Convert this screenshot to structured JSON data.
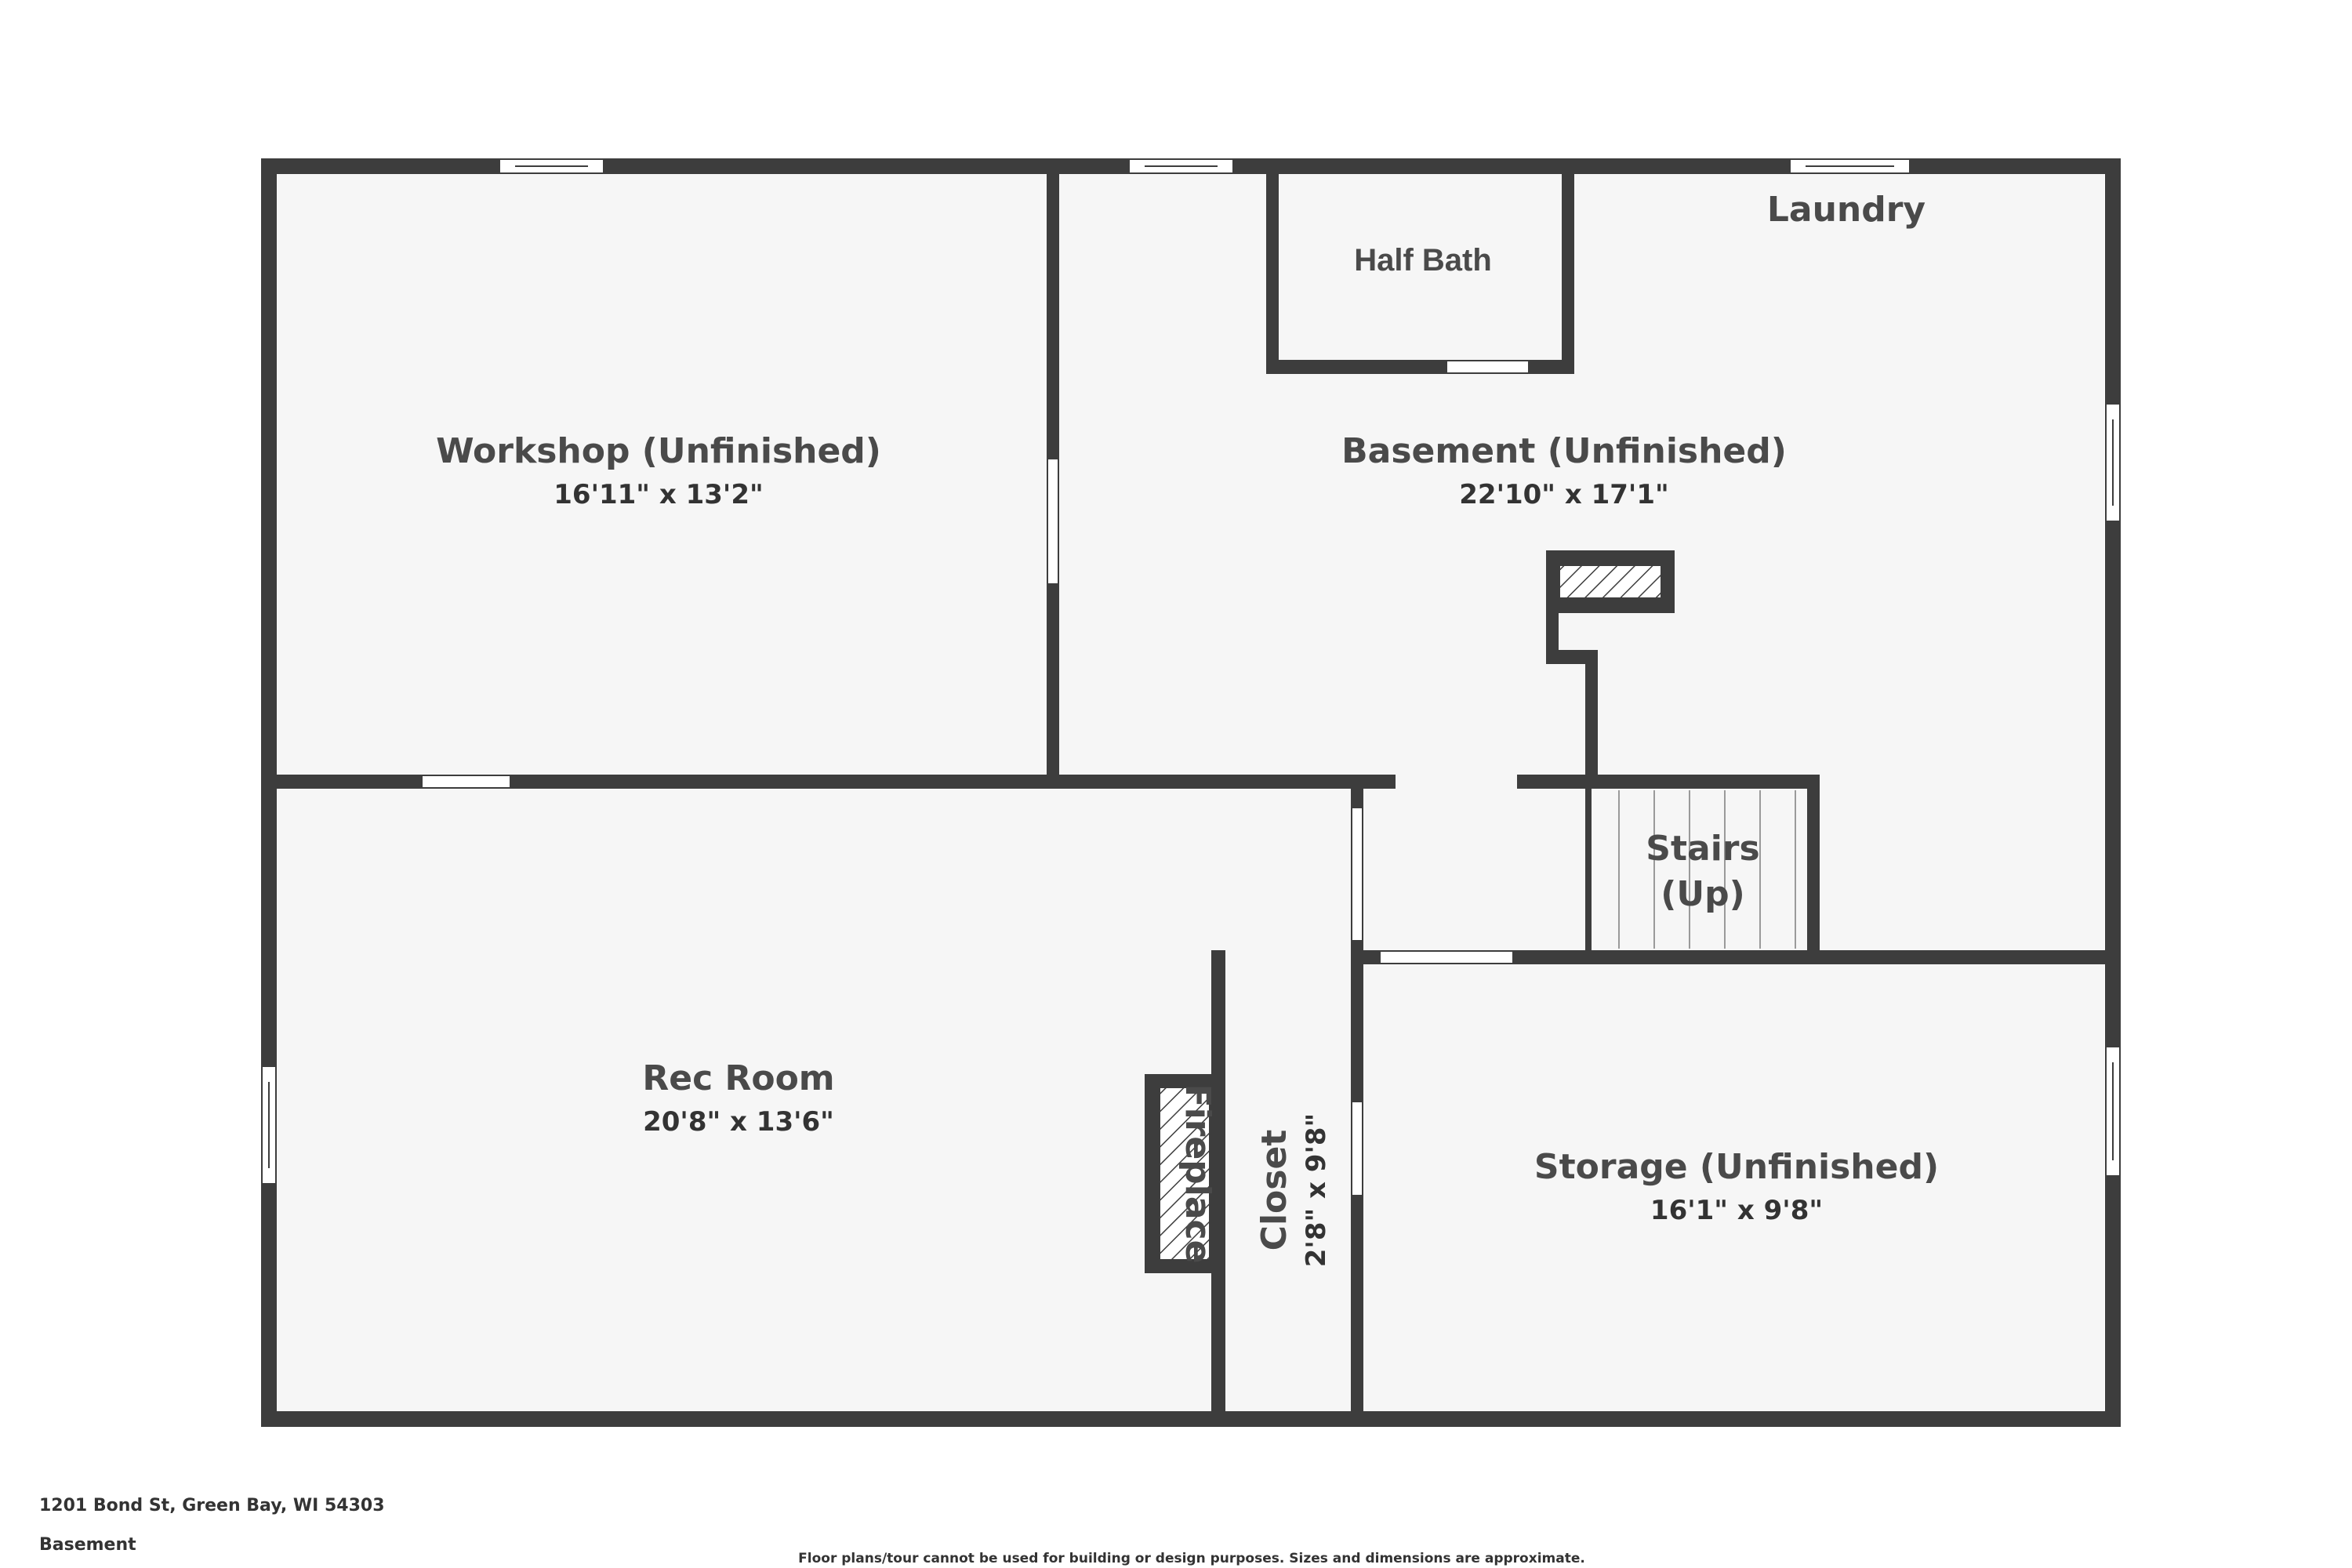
{
  "rooms": {
    "workshop": {
      "name": "Workshop (Unfinished)",
      "dims": "16'11\" x 13'2\""
    },
    "basement": {
      "name": "Basement (Unfinished)",
      "dims": "22'10\" x 17'1\""
    },
    "half_bath": {
      "name": "Half Bath"
    },
    "laundry": {
      "name": "Laundry"
    },
    "stairs": {
      "name_line1": "Stairs",
      "name_line2": "(Up)"
    },
    "rec_room": {
      "name": "Rec Room",
      "dims": "20'8\" x 13'6\""
    },
    "fireplace": {
      "name": "Fireplace"
    },
    "closet": {
      "name": "Closet",
      "dims": "2'8\" x 9'8\""
    },
    "storage": {
      "name": "Storage (Unfinished)",
      "dims": "16'1\" x 9'8\""
    }
  },
  "footer": {
    "address": "1201 Bond St, Green Bay, WI 54303",
    "floor": "Basement",
    "disclaimer": "Floor plans/tour cannot be used for building or design purposes. Sizes and dimensions are approximate."
  },
  "colors": {
    "wall": "#3d3d3d",
    "floor": "#f6f6f6",
    "background": "#ffffff"
  }
}
